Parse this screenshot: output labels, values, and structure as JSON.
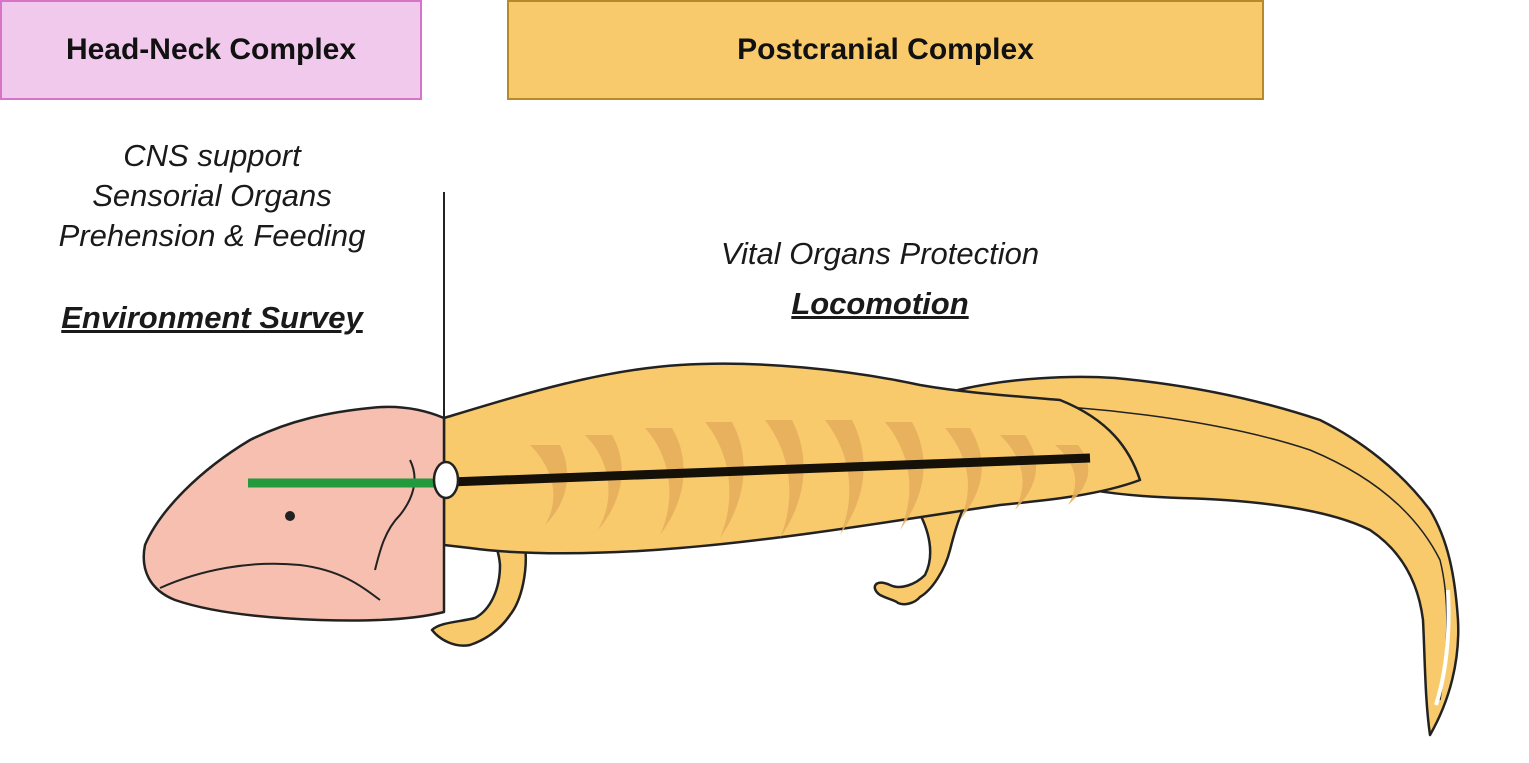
{
  "regions": {
    "head_neck": {
      "title": "Head-Neck Complex",
      "color": "#f0c9ec",
      "functions": [
        "CNS support",
        "Sensorial Organs",
        "Prehension & Feeding"
      ],
      "key_function": "Environment Survey"
    },
    "postcranial": {
      "title": "Postcranial Complex",
      "color": "#f8ca6c",
      "functions": [
        "Vital Organs Protection"
      ],
      "key_function": "Locomotion"
    }
  },
  "colors": {
    "head_skin": "#f6bfb0",
    "body_skin": "#f8ca6c",
    "stripes": "#e4ad5c",
    "outline": "#222222",
    "cranial_axis": "#239a3c",
    "vertebral_axis": "#151008",
    "joint": "#ffffff"
  },
  "icons": {
    "illustration": "salamander-illustration",
    "joint": "craniovertebral-joint-marker"
  }
}
